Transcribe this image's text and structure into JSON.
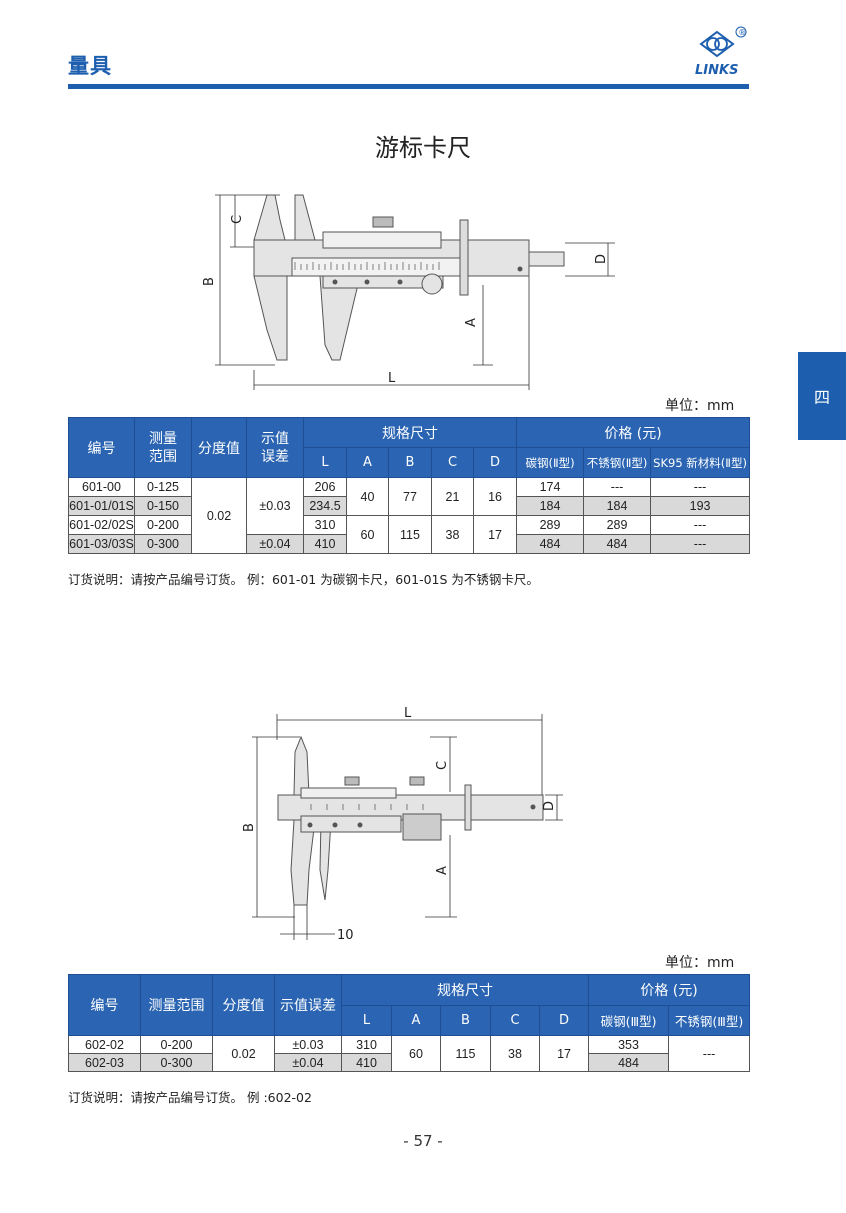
{
  "header": {
    "section": "量具"
  },
  "logo": {
    "text": "LINKS",
    "registered": "®"
  },
  "title": "游标卡尺",
  "side_tab": "四",
  "diagram1": {
    "labels": {
      "a": "A",
      "b": "B",
      "c": "C",
      "d": "D",
      "l": "L"
    }
  },
  "table1": {
    "unit": "单位：mm",
    "headers": {
      "code": "编号",
      "range": "测量\n范围",
      "division": "分度值",
      "error": "示值\n误差",
      "spec": "规格尺寸",
      "price": "价格 (元)",
      "spec_cols": [
        "L",
        "A",
        "B",
        "C",
        "D"
      ],
      "price_cols": [
        "碳钢(Ⅱ型)",
        "不锈钢(Ⅱ型)",
        "SK95 新材料(Ⅱ型)"
      ]
    },
    "rows": [
      {
        "code": "601-00",
        "range": "0-125",
        "L": "206",
        "price": [
          "174",
          "---",
          "---"
        ]
      },
      {
        "code": "601-01/01S",
        "range": "0-150",
        "L": "234.5",
        "price": [
          "184",
          "184",
          "193"
        ]
      },
      {
        "code": "601-02/02S",
        "range": "0-200",
        "L": "310",
        "price": [
          "289",
          "289",
          "---"
        ]
      },
      {
        "code": "601-03/03S",
        "range": "0-300",
        "L": "410",
        "price": [
          "484",
          "484",
          "---"
        ]
      }
    ],
    "division": "0.02",
    "error1": "±0.03",
    "error2": "±0.04",
    "group1": {
      "A": "40",
      "B": "77",
      "C": "21",
      "D": "16"
    },
    "group2": {
      "A": "60",
      "B": "115",
      "C": "38",
      "D": "17"
    },
    "note": "订货说明：请按产品编号订货。 例：601-01 为碳钢卡尺，601-01S 为不锈钢卡尺。"
  },
  "diagram2": {
    "labels": {
      "a": "A",
      "b": "B",
      "c": "C",
      "d": "D",
      "l": "L",
      "ten": "10"
    }
  },
  "table2": {
    "unit": "单位：mm",
    "headers": {
      "code": "编号",
      "range": "测量范围",
      "division": "分度值",
      "error": "示值误差",
      "spec": "规格尺寸",
      "price": "价格 (元)",
      "spec_cols": [
        "L",
        "A",
        "B",
        "C",
        "D"
      ],
      "price_cols": [
        "碳钢(Ⅲ型)",
        "不锈钢(Ⅲ型)"
      ]
    },
    "rows": [
      {
        "code": "602-02",
        "range": "0-200",
        "error": "±0.03",
        "L": "310",
        "price": "353"
      },
      {
        "code": "602-03",
        "range": "0-300",
        "error": "±0.04",
        "L": "410",
        "price": "484"
      }
    ],
    "division": "0.02",
    "A": "60",
    "B": "115",
    "C": "38",
    "D": "17",
    "stainless": "---",
    "note": "订货说明：请按产品编号订货。 例 :602-02"
  },
  "page_number": "- 57 -",
  "colors": {
    "brand_blue": "#1d5fae",
    "header_blue": "#2a64b2",
    "shade": "#d9d9d9"
  }
}
